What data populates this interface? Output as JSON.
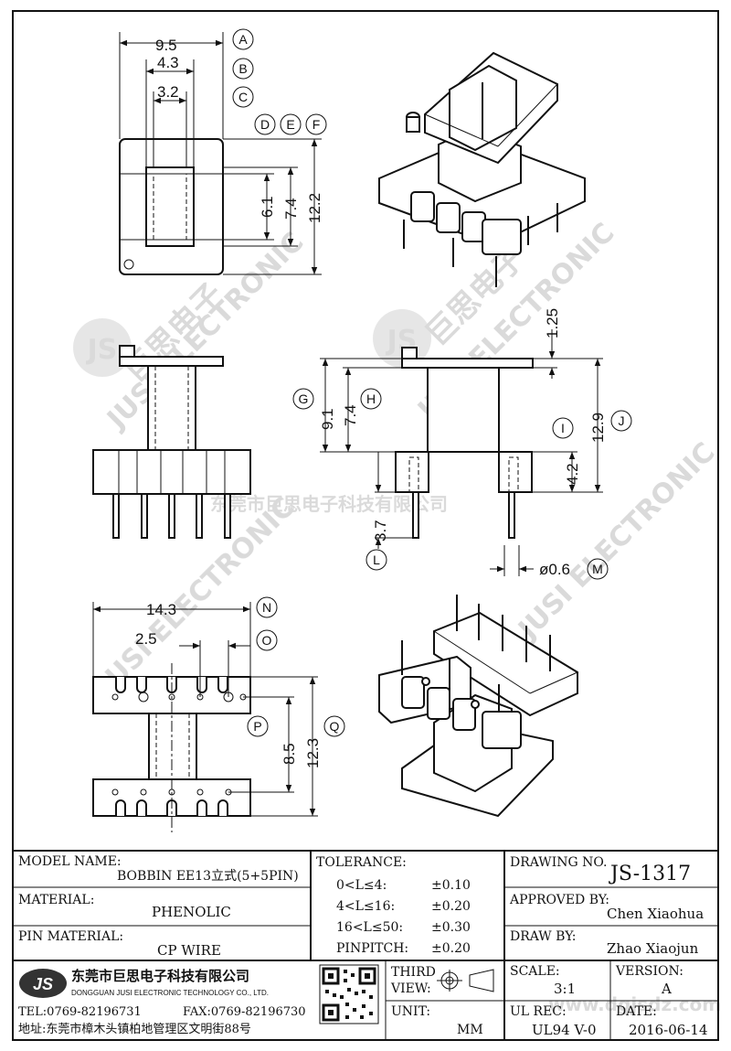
{
  "dimensions": {
    "A": "9.5",
    "B": "4.3",
    "C": "3.2",
    "D": "6.1",
    "E": "7.4",
    "F": "12.2",
    "G": "9.1",
    "H": "7.4",
    "I": "4.2",
    "J": "12.9",
    "K": "1.25",
    "L": "3.7",
    "M": "ø0.6",
    "N": "14.3",
    "O": "2.5",
    "P": "8.5",
    "Q": "12.3"
  },
  "callouts": [
    "A",
    "B",
    "C",
    "D",
    "E",
    "F",
    "G",
    "H",
    "I",
    "J",
    "L",
    "M",
    "N",
    "O",
    "P",
    "Q"
  ],
  "watermark": {
    "logo_text": "JS",
    "company_cn": "巨思电子",
    "english": "JUSI ELECTRONIC",
    "center_text": "东莞市巨思电子科技有限公司",
    "site": "www.dgjsdz.com"
  },
  "title_block": {
    "model_name_label": "MODEL NAME:",
    "model_name": "BOBBIN EE13立式(5+5PIN)",
    "material_label": "MATERIAL:",
    "material": "PHENOLIC",
    "pin_material_label": "PIN MATERIAL:",
    "pin_material": "CP WIRE",
    "tolerance_label": "TOLERANCE:",
    "tolerances": [
      {
        "range": "0<L≤4:",
        "value": "±0.10"
      },
      {
        "range": "4<L≤16:",
        "value": "±0.20"
      },
      {
        "range": "16<L≤50:",
        "value": "±0.30"
      },
      {
        "range": "PINPITCH:",
        "value": "±0.20"
      }
    ],
    "drawing_no_label": "DRAWING NO.",
    "drawing_no": "JS-1317",
    "approved_by_label": "APPROVED BY:",
    "approved_by": "Chen Xiaohua",
    "draw_by_label": "DRAW BY:",
    "draw_by": "Zhao Xiaojun",
    "third_view_label_1": "THIRD",
    "third_view_label_2": "VIEW:",
    "unit_label": "UNIT:",
    "unit": "MM",
    "scale_label": "SCALE:",
    "scale": "3:1",
    "version_label": "VERSION:",
    "version": "A",
    "ul_rec_label": "UL REC:",
    "ul_rec": "UL94 V-0",
    "date_label": "DATE:",
    "date": "2016-06-14",
    "company_logo": "JS",
    "company_cn": "东莞市巨思电子科技有限公司",
    "company_en": "DONGGUAN JUSI ELECTRONIC TECHNOLOGY CO., LTD.",
    "tel": "TEL:0769-82196731",
    "fax": "FAX:0769-82196730",
    "address": "地址:东莞市樟木头镇柏地管理区文明街88号"
  }
}
